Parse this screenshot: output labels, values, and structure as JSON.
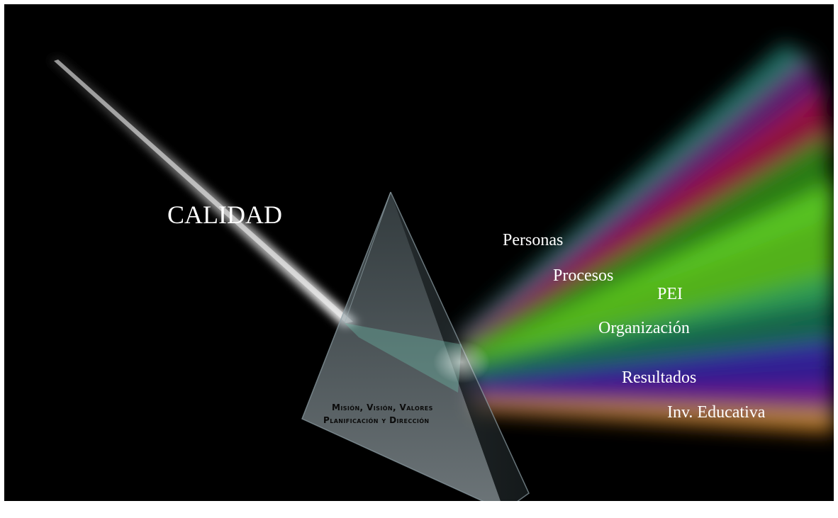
{
  "slide": {
    "source_light_label": "CALIDAD",
    "prism_text_line1": "Misión, Visión, Valores",
    "prism_text_line2": "Planificación y Dirección",
    "rays": [
      {
        "label": "Personas"
      },
      {
        "label": "Procesos"
      },
      {
        "label": "PEI"
      },
      {
        "label": "Organización"
      },
      {
        "label": "Resultados"
      },
      {
        "label": "Inv. Educativa"
      }
    ]
  },
  "colors": {
    "background": "#000000",
    "text": "#ffffff",
    "prism_text": "#0b0b0b"
  }
}
